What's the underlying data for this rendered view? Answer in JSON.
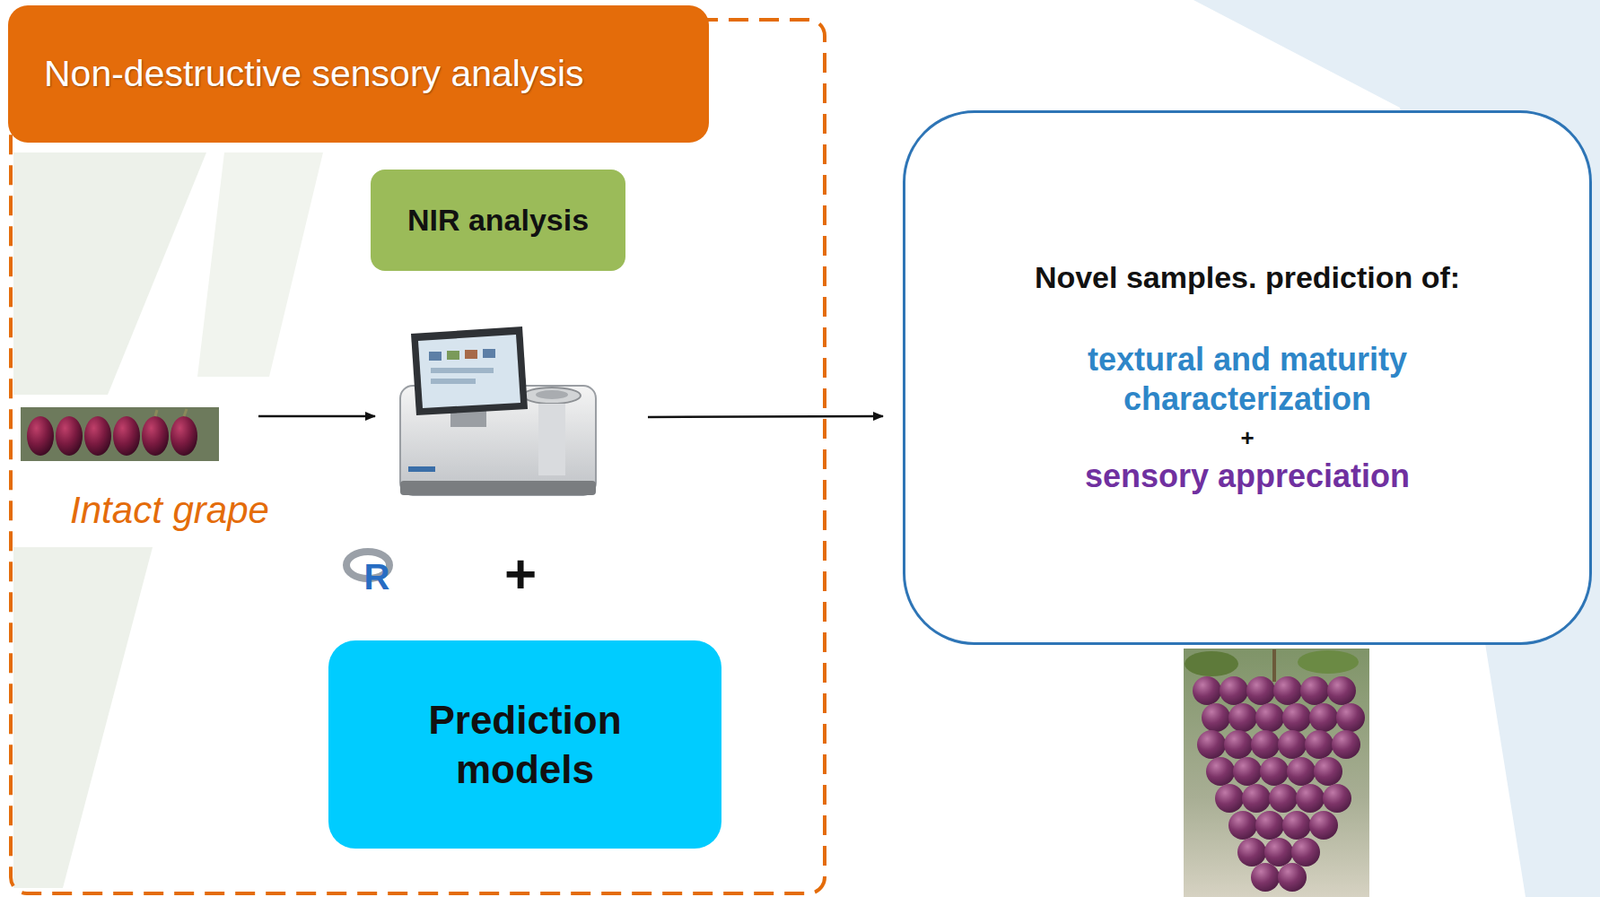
{
  "diagram": {
    "nodes": [
      {
        "text": [
          "Non-destructive sensory analysis"
        ]
      },
      {
        "text": [
          "NIR analysis"
        ],
        "in": 0
      },
      {
        "text": [
          "Prediction models"
        ],
        "in": 0
      },
      {
        "text": [
          "Novel samples. prediction of:",
          "textural and maturity characterization",
          "+",
          "sensory appreciation"
        ]
      }
    ],
    "labels": [
      "Intact grape",
      "R",
      "+"
    ]
  }
}
